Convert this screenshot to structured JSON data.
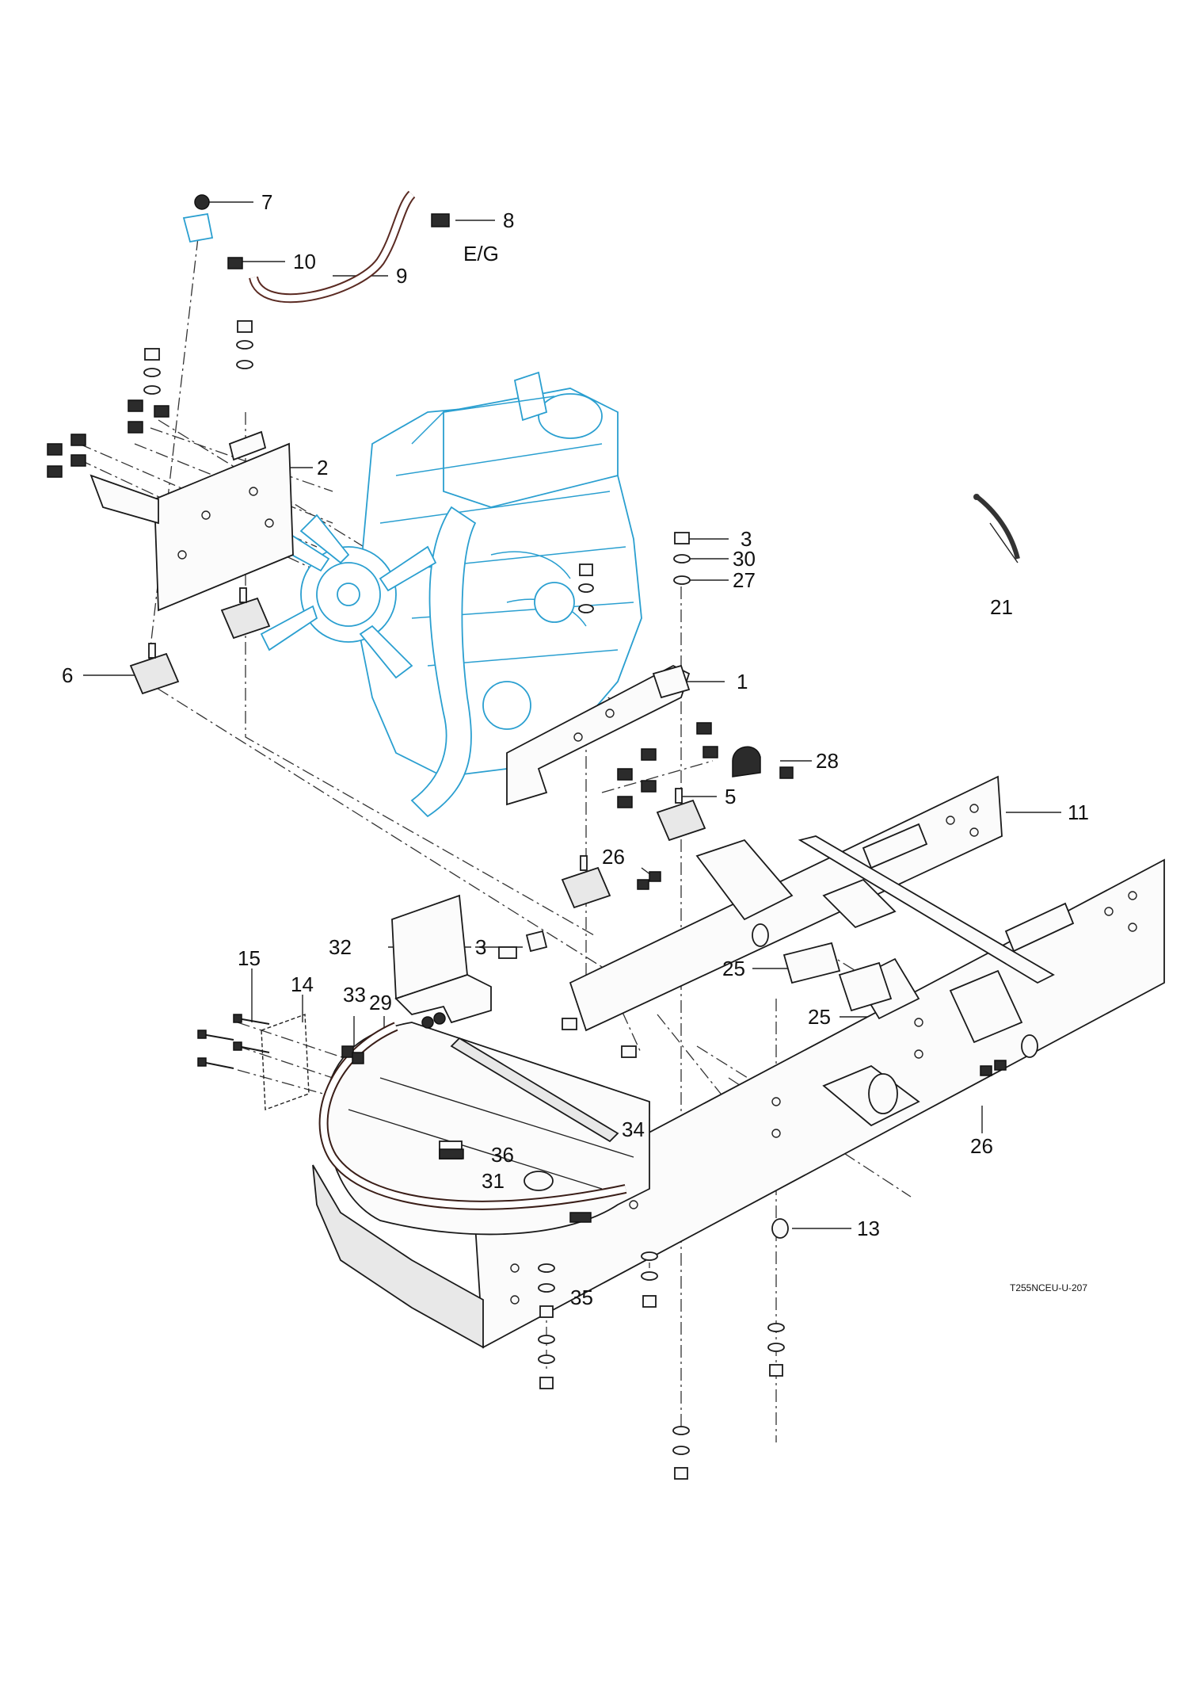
{
  "diagram": {
    "drawing_code": "T255NCEU-U-207",
    "connection_label": "E/G",
    "callouts": [
      {
        "id": "c7",
        "label": "7"
      },
      {
        "id": "c8",
        "label": "8"
      },
      {
        "id": "c10",
        "label": "10"
      },
      {
        "id": "c9",
        "label": "9"
      },
      {
        "id": "c2",
        "label": "2"
      },
      {
        "id": "c3",
        "label": "3"
      },
      {
        "id": "c30",
        "label": "30"
      },
      {
        "id": "c27",
        "label": "27"
      },
      {
        "id": "c21",
        "label": "21"
      },
      {
        "id": "c6",
        "label": "6"
      },
      {
        "id": "c1",
        "label": "1"
      },
      {
        "id": "c28",
        "label": "28"
      },
      {
        "id": "c5",
        "label": "5"
      },
      {
        "id": "c11",
        "label": "11"
      },
      {
        "id": "c26a",
        "label": "26"
      },
      {
        "id": "c32",
        "label": "32"
      },
      {
        "id": "c3b",
        "label": "3"
      },
      {
        "id": "c15",
        "label": "15"
      },
      {
        "id": "c25a",
        "label": "25"
      },
      {
        "id": "c14",
        "label": "14"
      },
      {
        "id": "c33",
        "label": "33"
      },
      {
        "id": "c29",
        "label": "29"
      },
      {
        "id": "c25b",
        "label": "25"
      },
      {
        "id": "c34",
        "label": "34"
      },
      {
        "id": "c26b",
        "label": "26"
      },
      {
        "id": "c36",
        "label": "36"
      },
      {
        "id": "c31",
        "label": "31"
      },
      {
        "id": "c13",
        "label": "13"
      },
      {
        "id": "c35",
        "label": "35"
      }
    ]
  }
}
